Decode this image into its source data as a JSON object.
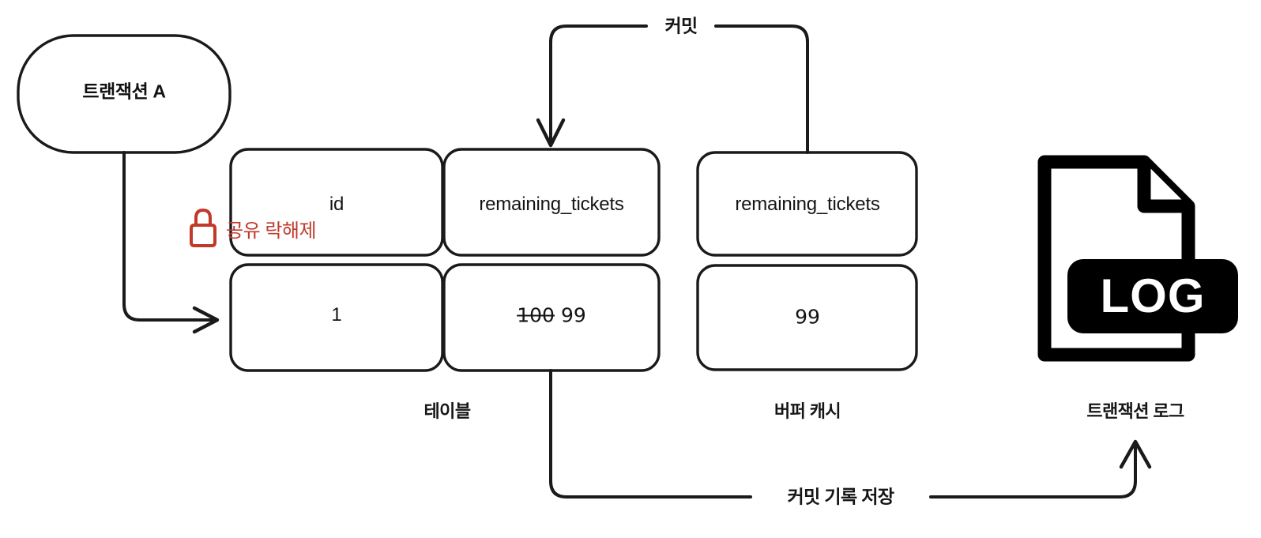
{
  "diagram": {
    "title": "transaction-commit-flow",
    "background": "#ffffff",
    "stroke_color": "#1a1a1a",
    "accent_red": "#c0392b"
  },
  "transaction_node": {
    "label": "트랜잭션 A"
  },
  "lock_annotation": {
    "icon": "padlock-icon",
    "label": "공유 락해제",
    "color": "#c0392b"
  },
  "table": {
    "caption": "테이블",
    "columns": [
      {
        "header": "id",
        "value": "1"
      },
      {
        "header": "remaining_tickets",
        "old_value": "100",
        "new_value": "99"
      }
    ]
  },
  "buffer_cache": {
    "caption": "버퍼 캐시",
    "column": {
      "header": "remaining_tickets",
      "value": "99"
    }
  },
  "transaction_log": {
    "caption": "트랜잭션 로그",
    "icon": "log-file-icon",
    "badge": "LOG"
  },
  "edges": [
    {
      "name": "commit-edge",
      "label": "커밋",
      "from": "buffer-cache-column",
      "to": "table-remaining-tickets-column",
      "direction": "left"
    },
    {
      "name": "commit-record-edge",
      "label": "커밋 기록 저장",
      "from": "table-remaining-tickets-cell",
      "to": "transaction-log",
      "direction": "right"
    },
    {
      "name": "transaction-access-edge",
      "label": "",
      "from": "transaction-node",
      "to": "table-row"
    }
  ]
}
